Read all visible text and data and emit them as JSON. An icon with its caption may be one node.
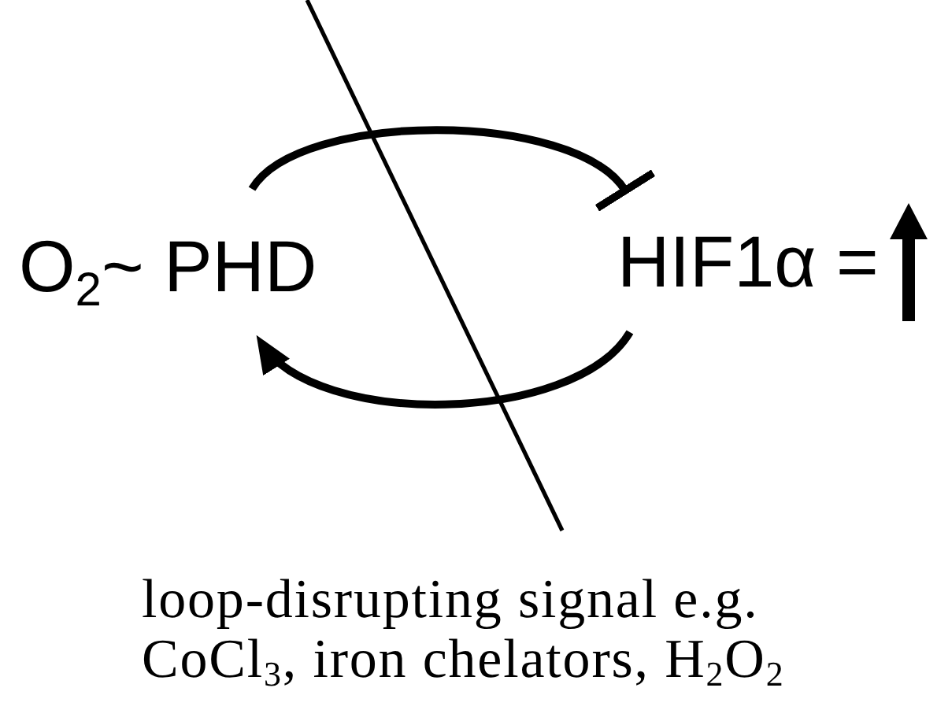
{
  "diagram": {
    "nodes": [
      {
        "text": [
          "O$_{2}$~ PHD"
        ]
      },
      {
        "text": [
          "HIF1α ="
        ]
      },
      {
        "text": [
          "loop-disrupting signal e.g. CoCl$_{3}$, iron chelators, H$_{2}$O$_{2}$"
        ]
      }
    ],
    "edges": [
      {
        "from": 0,
        "to": 1,
        "arrow": "other"
      },
      {
        "from": 1,
        "to": 0,
        "arrow": "to"
      },
      {
        "from": 2,
        "to": null,
        "arrow": "none"
      }
    ]
  }
}
